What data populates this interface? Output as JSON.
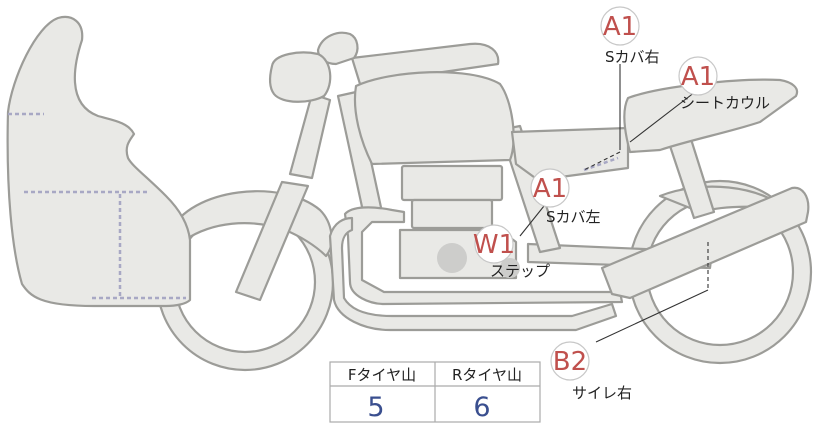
{
  "markers": [
    {
      "code": "A1",
      "label": "Sカバ右"
    },
    {
      "code": "A1",
      "label": "シートカウル"
    },
    {
      "code": "A1",
      "label": "Sカバ左"
    },
    {
      "code": "W1",
      "label": "ステップ"
    },
    {
      "code": "B2",
      "label": "サイレ右"
    }
  ],
  "tire_table": {
    "headers": [
      "Fタイヤ山",
      "Rタイヤ山"
    ],
    "values": [
      "5",
      "6"
    ]
  },
  "colors": {
    "part_fill": "#e9e9e6",
    "part_outline": "#9c9c98",
    "marker_code": "#c0504d",
    "table_value": "#3a4f8f",
    "damage_dash": "#a8a8c4"
  }
}
